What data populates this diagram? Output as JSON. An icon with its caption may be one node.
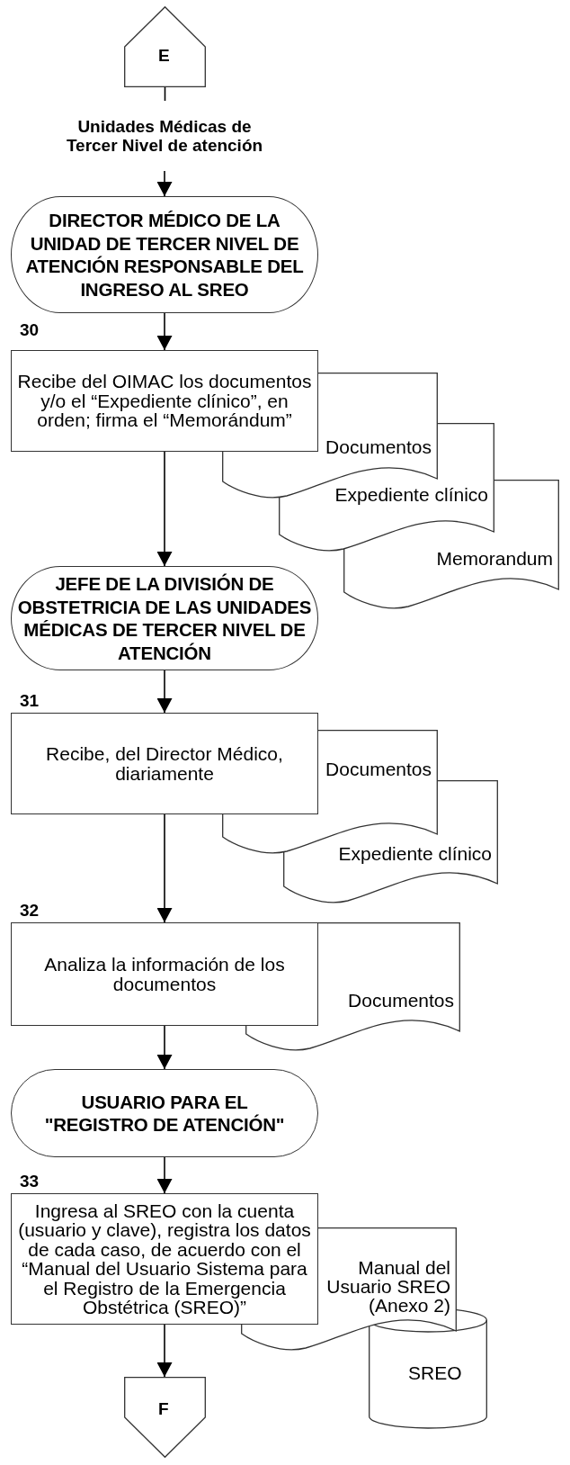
{
  "diagram": {
    "nodes": [
      {
        "text": [
          "E"
        ]
      },
      {
        "text": [
          "Unidades Médicas de Tercer Nivel de atención"
        ]
      },
      {
        "text": [
          "DIRECTOR MÉDICO DE LA UNIDAD DE TERCER NIVEL DE ATENCIÓN RESPONSABLE DEL INGRESO AL SREO"
        ]
      },
      {
        "text": [
          "Recibe del OIMAC los documentos y/o el “Expediente clínico”, en orden; firma el “Memorándum”"
        ],
        "beside": [
          "30"
        ]
      },
      {
        "text": [
          "Documentos"
        ]
      },
      {
        "text": [
          "Expediente clínico"
        ]
      },
      {
        "text": [
          "Memorandum"
        ]
      },
      {
        "text": [
          "JEFE DE LA DIVISIÓN DE OBSTETRICIA DE LAS UNIDADES MÉDICAS DE TERCER NIVEL DE ATENCIÓN"
        ]
      },
      {
        "text": [
          "Recibe, del Director Médico, diariamente"
        ],
        "beside": [
          "31"
        ]
      },
      {
        "text": [
          "Documentos"
        ]
      },
      {
        "text": [
          "Expediente clínico"
        ]
      },
      {
        "text": [
          "Analiza la información de los documentos"
        ],
        "beside": [
          "32"
        ]
      },
      {
        "text": [
          "Documentos"
        ]
      },
      {
        "text": [
          "USUARIO PARA EL \"REGISTRO DE ATENCIÓN\""
        ]
      },
      {
        "text": [
          "Ingresa al SREO con la cuenta (usuario y clave), registra los datos de cada caso, de acuerdo con el “Manual del Usuario Sistema para el Registro de la Emergencia Obstétrica (SREO)”"
        ],
        "beside": [
          "33"
        ]
      },
      {
        "text": [
          "Manual del Usuario SREO (Anexo 2)"
        ]
      },
      {
        "text": [
          "SREO"
        ]
      },
      {
        "text": [
          "F"
        ]
      }
    ],
    "edges": [
      {
        "from": 0,
        "to": 1,
        "arrow": "none"
      },
      {
        "from": 1,
        "to": 2,
        "arrow": "to"
      },
      {
        "from": 2,
        "to": 3,
        "arrow": "to"
      },
      {
        "from": 3,
        "to": 7,
        "arrow": "to"
      },
      {
        "from": 7,
        "to": 8,
        "arrow": "to"
      },
      {
        "from": 8,
        "to": 11,
        "arrow": "to"
      },
      {
        "from": 11,
        "to": 13,
        "arrow": "to"
      },
      {
        "from": 13,
        "to": 14,
        "arrow": "to"
      },
      {
        "from": 14,
        "to": 17,
        "arrow": "to"
      }
    ]
  }
}
